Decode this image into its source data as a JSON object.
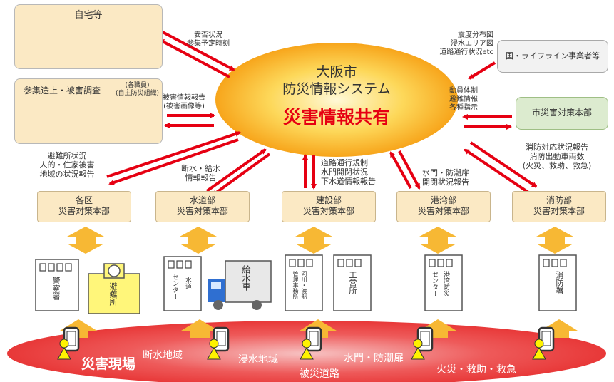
{
  "system": {
    "title_line1": "大阪市",
    "title_line2": "防災情報システム",
    "headline": "災害情報共有"
  },
  "top_left": {
    "home_title": "自宅等",
    "survey_title": "参集途上・被害調査",
    "survey_note": "(各職員)\n(自主防災組織)"
  },
  "right_side": {
    "national_box": "国・ライフライン事業者等",
    "city_hq_box": "市災害対策本部"
  },
  "flow_labels": {
    "safety": "安否状況\n参集予定時刻",
    "damage_report": "被害情報報告\n(被害画像等)",
    "seismic": "震度分布図\n浸水エリア図\n道路通行状況etc",
    "mobilization": "動員体制\n避難情報\n各種指示",
    "ward": "避難所状況\n人的・住家被害\n地域の状況報告",
    "water": "断水・給水\n情報報告",
    "construction": "道路通行規制\n水門開閉状況\n下水道情報報告",
    "port": "水門・防潮扉\n開閉状況報告",
    "fire": "消防対応状況報告\n消防出動車両数\n(火災、救助、救急)"
  },
  "departments": [
    {
      "line1": "各区",
      "line2": "災害対策本部"
    },
    {
      "line1": "水道部",
      "line2": "災害対策本部"
    },
    {
      "line1": "建設部",
      "line2": "災害対策本部"
    },
    {
      "line1": "港湾部",
      "line2": "災害対策本部"
    },
    {
      "line1": "消防部",
      "line2": "災害対策本部"
    }
  ],
  "buildings": {
    "police": "警察署",
    "shelter": "避難所",
    "center": "センター",
    "waterworks": "水道",
    "truck": "給水車",
    "river_office": "河川・渡船",
    "management": "管理事務所",
    "construction_office": "工営所",
    "port_center": "センター",
    "port_disaster": "港湾防災",
    "fire_station": "消防署"
  },
  "field": {
    "title": "災害現場",
    "area1": "断水地域",
    "area2": "浸水地域",
    "area3": "水門・防潮扉",
    "area4": "被災道路",
    "area5": "火災・救助・救急"
  },
  "colors": {
    "arrow": "#e60012",
    "ellipse": "#fbbc04",
    "headline": "#e60012",
    "field": "#ee3a3a",
    "up_arrow": "#f7b834"
  }
}
